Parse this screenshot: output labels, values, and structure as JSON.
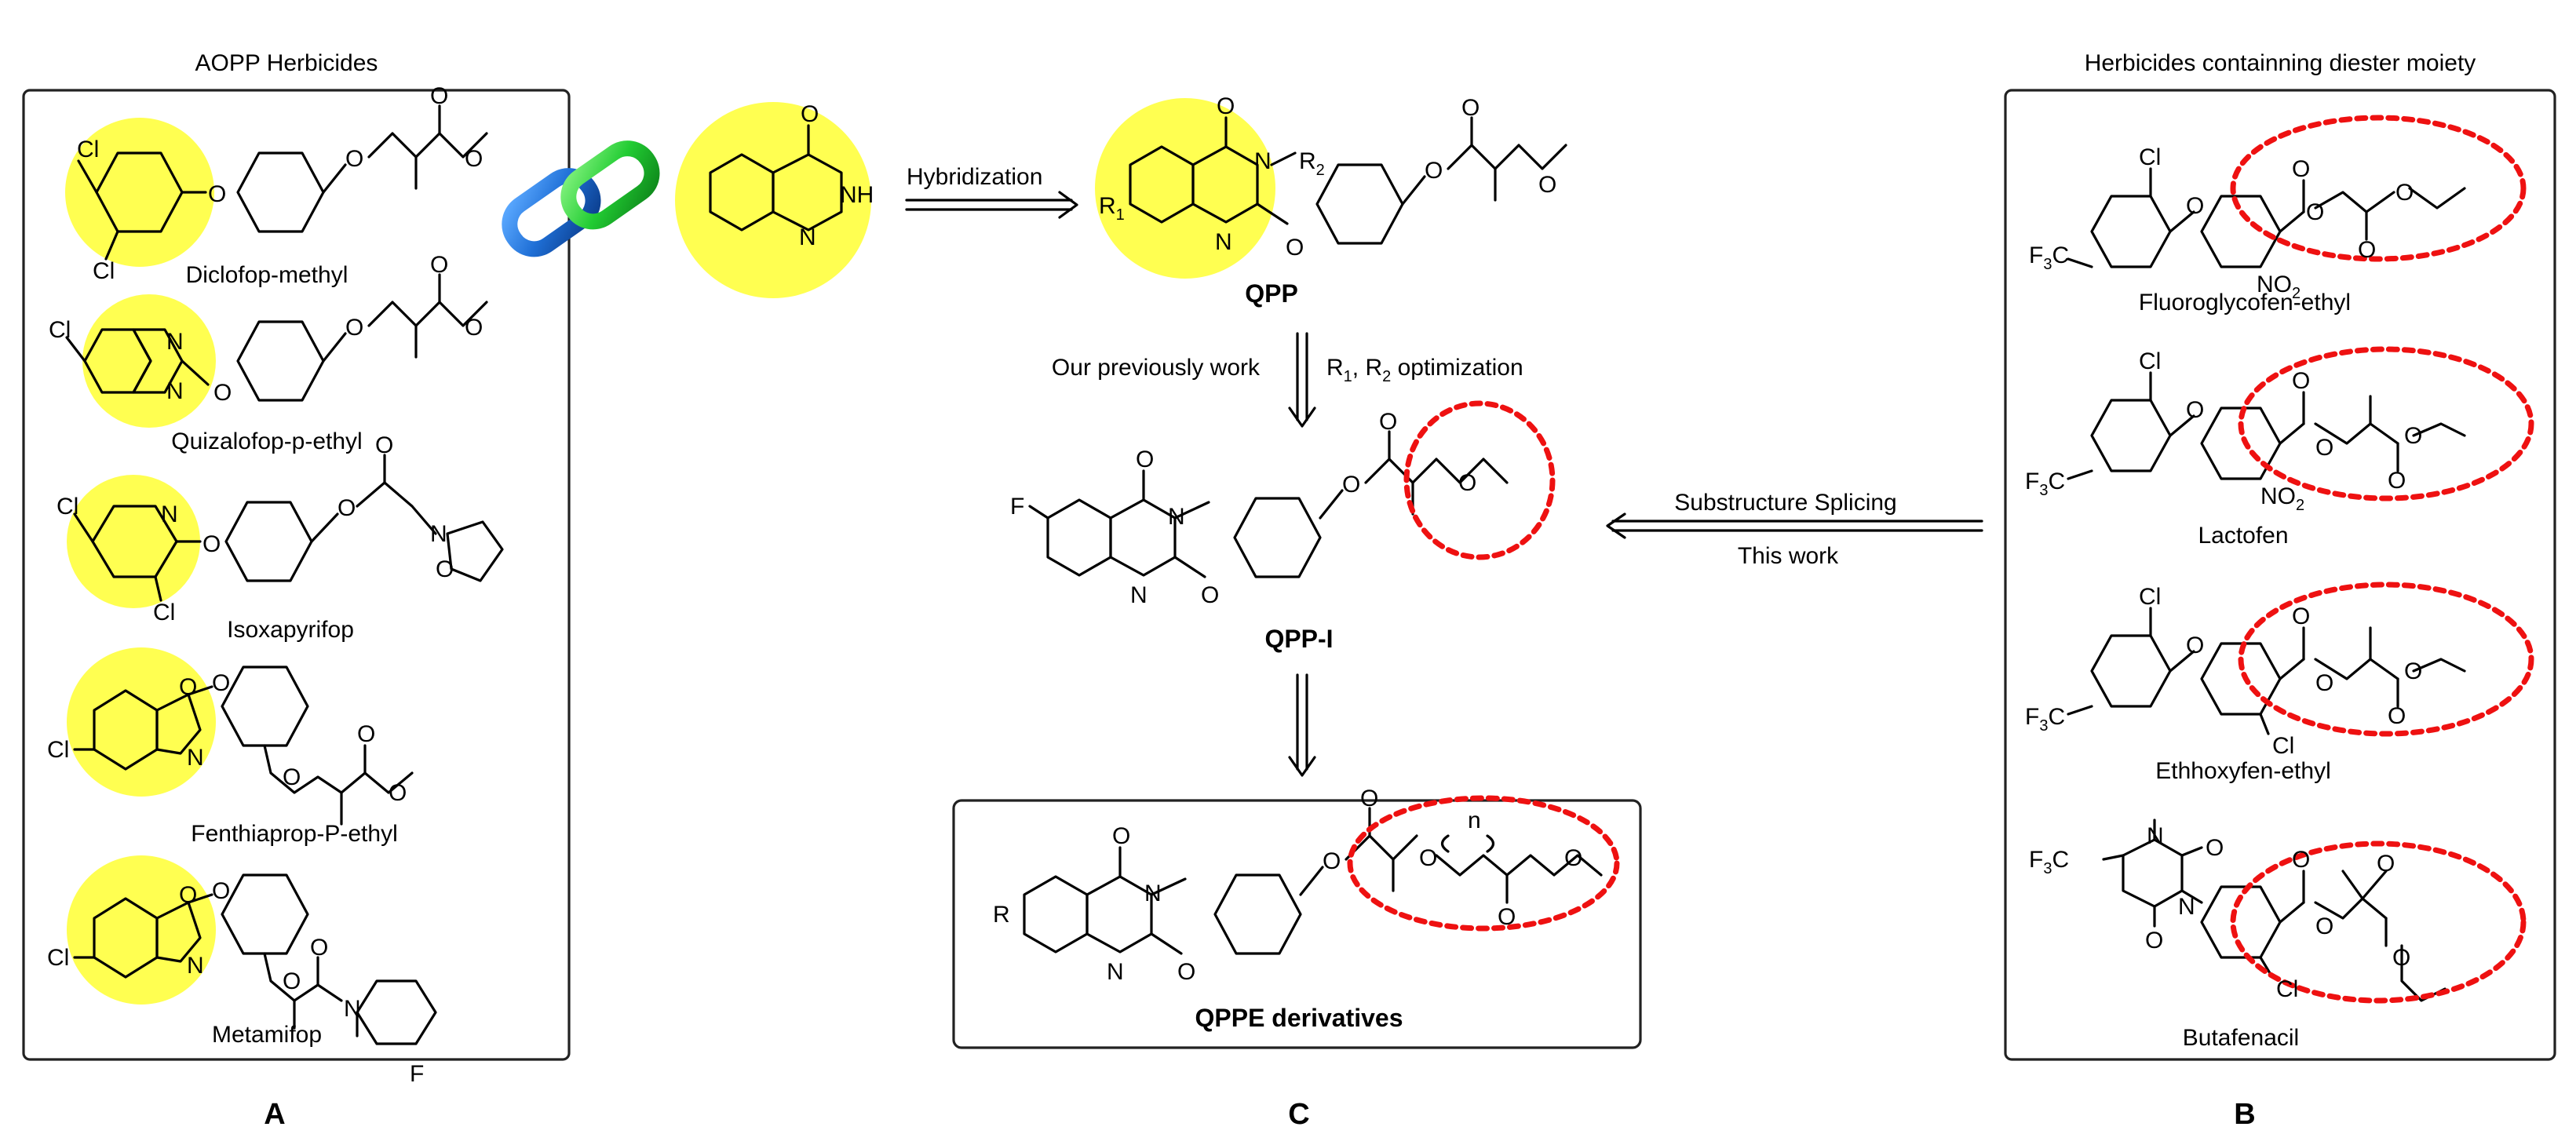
{
  "panels": {
    "A": {
      "title": "AOPP Herbicides",
      "letter": "A",
      "compounds": [
        "Diclofop-methyl",
        "Quizalofop-p-ethyl",
        "Isoxapyrifop",
        "Fenthiaprop-P-ethyl",
        "Metamifop"
      ]
    },
    "B": {
      "title": "Herbicides containning diester moiety",
      "letter": "B",
      "compounds": [
        "Fluoroglycofen-ethyl",
        "Lactofen",
        "Ethhoxyfen-ethyl",
        "Butafenacil"
      ]
    },
    "C": {
      "letter": "C",
      "qpp": "QPP",
      "qppi": "QPP-I",
      "derivatives": "QPPE derivatives",
      "hybridization": "Hybridization",
      "previous_work": "Our previously work",
      "optimization_prefix": "R",
      "optimization_mid": ", R",
      "optimization_suffix": " optimization",
      "sub_1": "1",
      "sub_2": "2",
      "splicing": "Substructure Splicing",
      "this_work": "This work"
    }
  },
  "atoms": {
    "cl": "Cl",
    "o": "O",
    "n": "N",
    "nh": "NH",
    "f": "F",
    "r": "R",
    "r1": "R",
    "r2": "R",
    "f3c": "F",
    "f3c_tail": "C",
    "no2": "NO",
    "n_idx": "n",
    "three": "3",
    "two": "2",
    "one": "1"
  },
  "colors": {
    "highlight": "#ffff33",
    "dashed_outline": "#ee1111",
    "chain_green": "#22cc33",
    "chain_blue": "#1f6fd6"
  }
}
